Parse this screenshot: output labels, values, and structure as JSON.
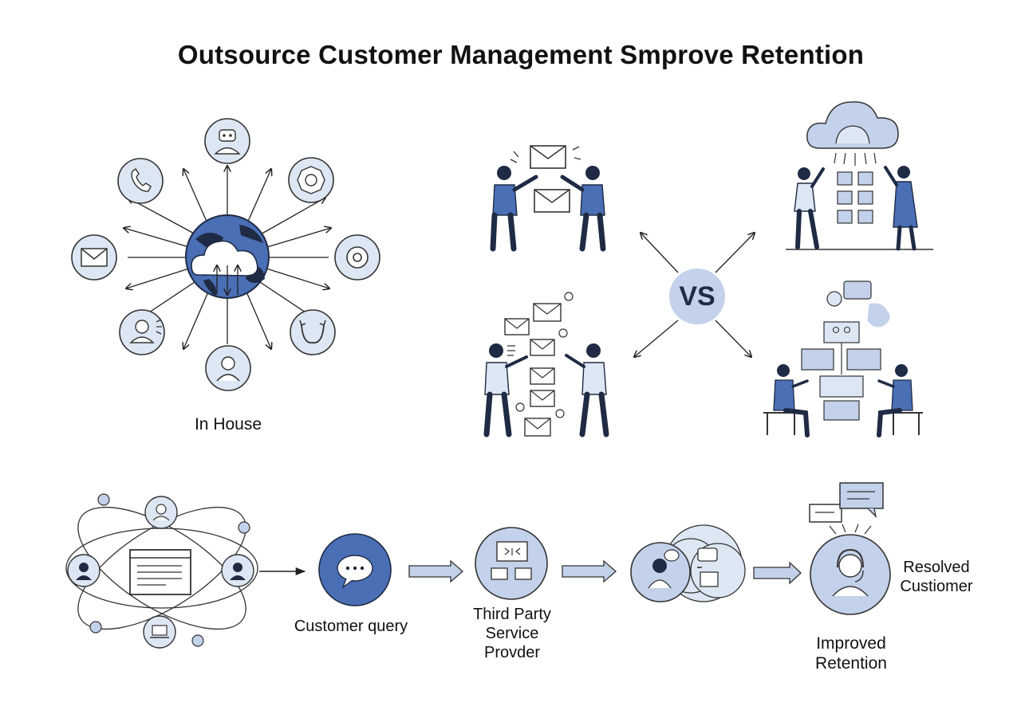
{
  "title": "Outsource Customer Management Smprove Retention",
  "labels": {
    "in_house": "In House",
    "vs": "VS",
    "customer_query": "Customer query",
    "third_party_line1": "Third Party",
    "third_party_line2": "Service",
    "third_party_line3": "Provder",
    "resolved_line1": "Resolved",
    "resolved_line2": "Custiomer",
    "improved_line1": "Improved",
    "improved_line2": "Retention"
  },
  "colors": {
    "accent_blue": "#4a6fb5",
    "light_blue": "#c3d1ea",
    "pale_blue": "#dde6f3",
    "navy": "#1f2b44",
    "ink": "#222222"
  },
  "icons": {
    "hub_center": "globe-cloud-icon",
    "spokes": [
      "robot-agent-icon",
      "gear-headset-icon",
      "at-sign-icon",
      "refresh-icon",
      "person-icon",
      "support-agent-icon",
      "envelope-icon",
      "phone-icon"
    ],
    "flow": [
      "chat-bubble-icon",
      "laptop-chat-icon",
      "agents-chat-icon",
      "headset-agent-icon"
    ]
  }
}
